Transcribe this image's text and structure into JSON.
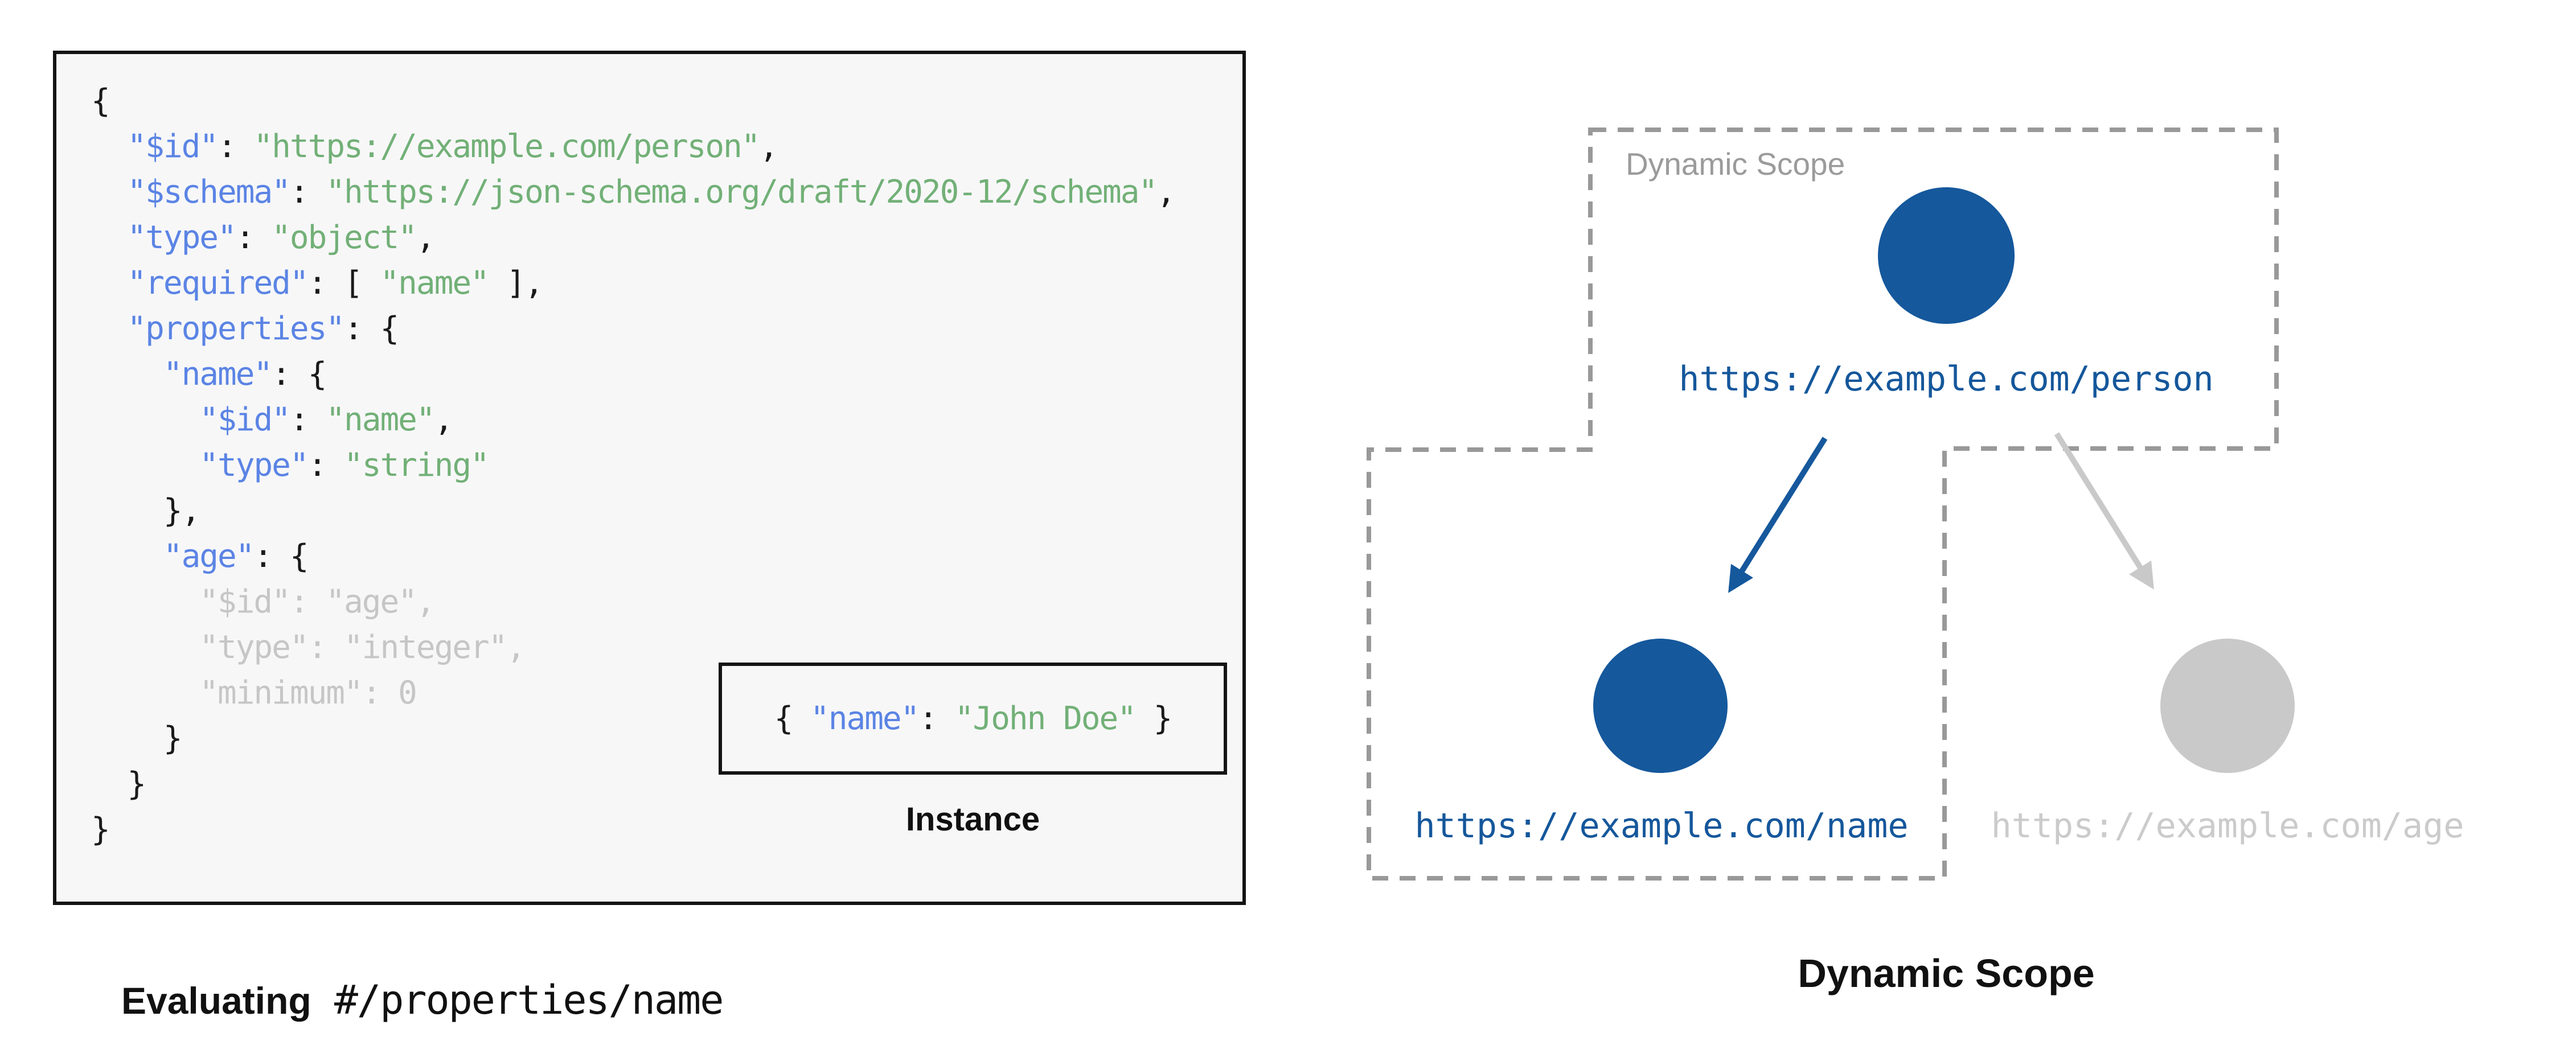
{
  "colors": {
    "key_blue": "#5b84e4",
    "string_green": "#72b077",
    "punctuation": "#1a1a1a",
    "dimmed": "#c6c6c6",
    "node_blue": "#15589c",
    "node_gray": "#c9c9c9",
    "url_blue": "#15579b",
    "url_gray": "#cbcbcb",
    "dash_gray": "#999999",
    "panel_bg": "#f7f7f8",
    "caption_ink": "#111111",
    "scope_label_gray": "#9b9b9b"
  },
  "schema_panel": {
    "lines": [
      [
        [
          "p",
          "{"
        ]
      ],
      [
        [
          "p",
          "  "
        ],
        [
          "k",
          "\"$id\""
        ],
        [
          "p",
          ": "
        ],
        [
          "s",
          "\"https://example.com/person\""
        ],
        [
          "p",
          ","
        ]
      ],
      [
        [
          "p",
          "  "
        ],
        [
          "k",
          "\"$schema\""
        ],
        [
          "p",
          ": "
        ],
        [
          "s",
          "\"https://json-schema.org/draft/2020-12/schema\""
        ],
        [
          "p",
          ","
        ]
      ],
      [
        [
          "p",
          "  "
        ],
        [
          "k",
          "\"type\""
        ],
        [
          "p",
          ": "
        ],
        [
          "s",
          "\"object\""
        ],
        [
          "p",
          ","
        ]
      ],
      [
        [
          "p",
          "  "
        ],
        [
          "k",
          "\"required\""
        ],
        [
          "p",
          ": [ "
        ],
        [
          "s",
          "\"name\""
        ],
        [
          "p",
          " ],"
        ]
      ],
      [
        [
          "p",
          "  "
        ],
        [
          "k",
          "\"properties\""
        ],
        [
          "p",
          ": {"
        ]
      ],
      [
        [
          "p",
          "    "
        ],
        [
          "k",
          "\"name\""
        ],
        [
          "p",
          ": {"
        ]
      ],
      [
        [
          "p",
          "      "
        ],
        [
          "k",
          "\"$id\""
        ],
        [
          "p",
          ": "
        ],
        [
          "s",
          "\"name\""
        ],
        [
          "p",
          ","
        ]
      ],
      [
        [
          "p",
          "      "
        ],
        [
          "k",
          "\"type\""
        ],
        [
          "p",
          ": "
        ],
        [
          "s",
          "\"string\""
        ]
      ],
      [
        [
          "p",
          "    },"
        ]
      ],
      [
        [
          "p",
          "    "
        ],
        [
          "k",
          "\"age\""
        ],
        [
          "p",
          ": {"
        ]
      ],
      [
        [
          "d",
          "      \"$id\": \"age\","
        ]
      ],
      [
        [
          "d",
          "      \"type\": \"integer\","
        ]
      ],
      [
        [
          "d",
          "      \"minimum\": 0"
        ]
      ],
      [
        [
          "p",
          "    }"
        ]
      ],
      [
        [
          "p",
          "  }"
        ]
      ],
      [
        [
          "p",
          "}"
        ]
      ]
    ],
    "instance_tokens": [
      [
        "p",
        "{ "
      ],
      [
        "k",
        "\"name\""
      ],
      [
        "p",
        ": "
      ],
      [
        "s",
        "\"John Doe\""
      ],
      [
        "p",
        " }"
      ]
    ],
    "instance_label": "Instance",
    "caption_bold": "Evaluating",
    "caption_path": "#/properties/name"
  },
  "scope_diagram": {
    "region_label": "Dynamic Scope",
    "caption": "Dynamic Scope",
    "nodes": [
      {
        "id": "person",
        "url": "https://example.com/person",
        "state": "active"
      },
      {
        "id": "name",
        "url": "https://example.com/name",
        "state": "active"
      },
      {
        "id": "age",
        "url": "https://example.com/age",
        "state": "inactive"
      }
    ]
  }
}
